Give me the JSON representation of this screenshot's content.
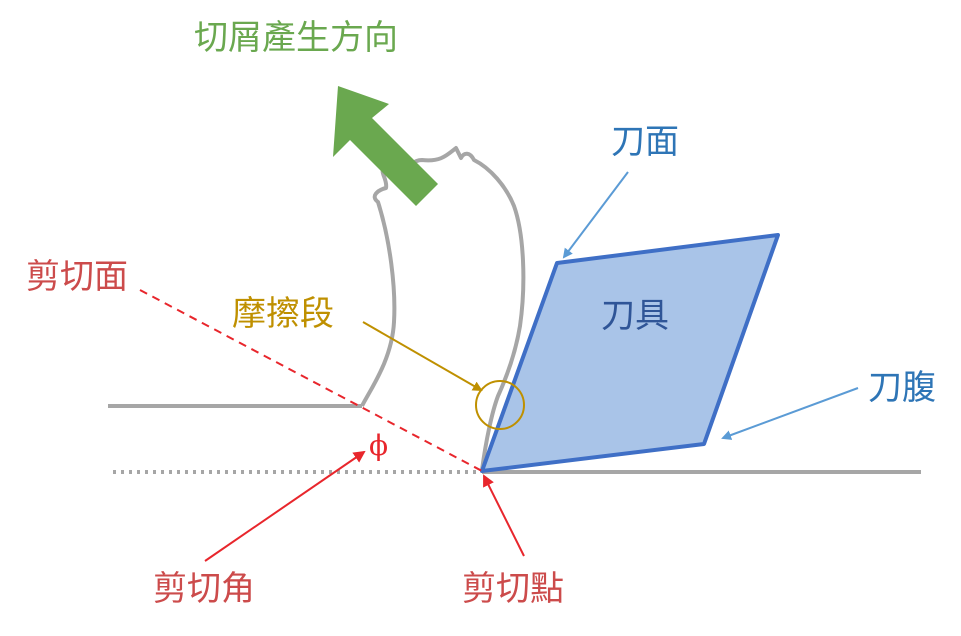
{
  "labels": {
    "chip_direction": "切屑產生方向",
    "rake_face": "刀面",
    "tool": "刀具",
    "flank": "刀腹",
    "friction_zone": "摩擦段",
    "shear_plane": "剪切面",
    "shear_angle_symbol": "ϕ",
    "shear_angle": "剪切角",
    "shear_point": "剪切點"
  },
  "colors": {
    "green": "#6aa84f",
    "blue_text": "#2e75b6",
    "blue_arrow": "#5b9bd5",
    "tool_fill": "#a9c4e8",
    "tool_stroke": "#3f6fc6",
    "gold": "#bf9000",
    "red": "#e8262c",
    "red_text": "#cc4b4b",
    "gray": "#a6a6a6"
  }
}
